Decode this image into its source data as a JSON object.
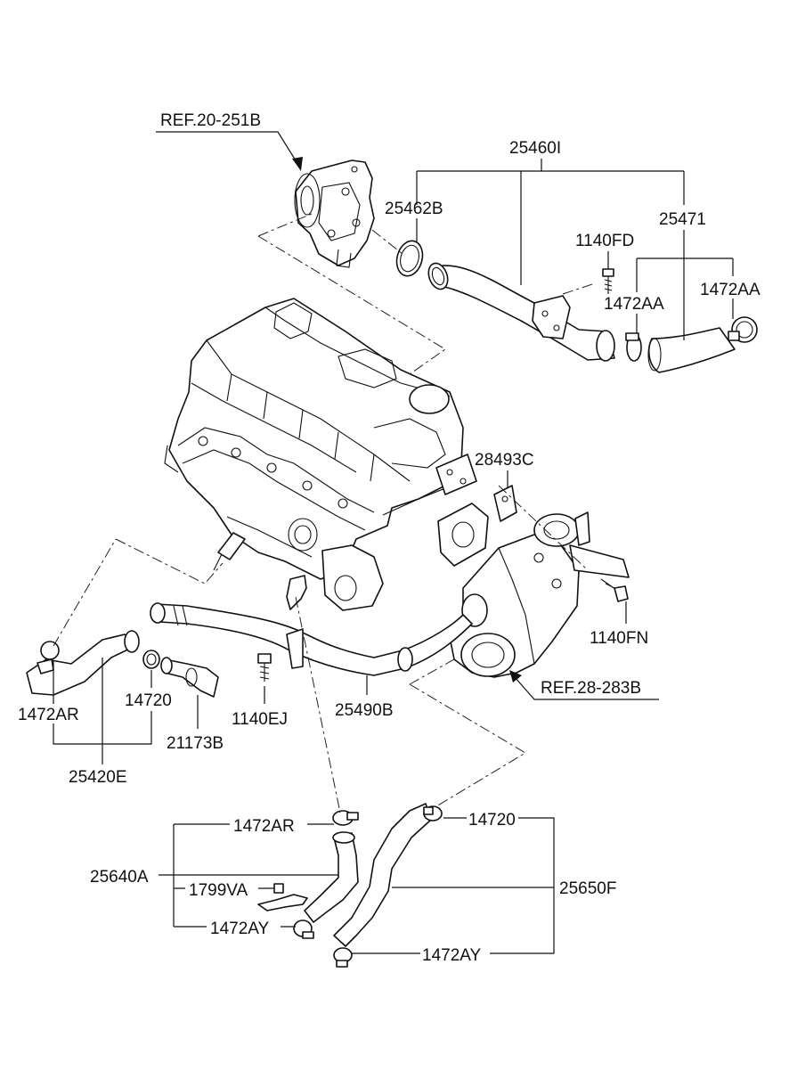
{
  "diagram": {
    "labels": {
      "ref_turbo": "REF.20-251B",
      "pipe_assy": "25460I",
      "gasket": "25462B",
      "hose": "25471",
      "bolt_top": "1140FD",
      "clamp_a": "1472AA",
      "clamp_b": "1472AA",
      "bracket": "28493C",
      "bolt_right": "1140FN",
      "ref_pump": "REF.28-283B",
      "pipe_mid": "25490B",
      "bolt_mid": "1140EJ",
      "clamp_left": "1472AR",
      "clamp_small": "14720",
      "hose_small": "21173B",
      "hose_left": "25420E",
      "clamp_low_ar": "1472AR",
      "hose_low_a": "25640A",
      "clip": "1799VA",
      "clamp_low_ay1": "1472AY",
      "clamp_low_14720": "14720",
      "hose_low_f": "25650F",
      "clamp_low_ay2": "1472AY"
    }
  }
}
